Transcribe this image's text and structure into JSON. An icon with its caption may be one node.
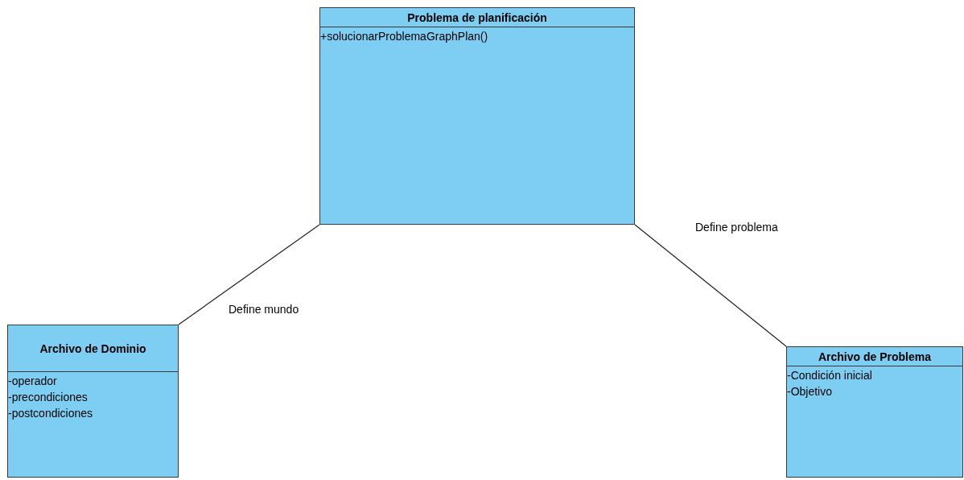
{
  "diagram": {
    "nodes": [
      {
        "text": [
          "Problema de planificación",
          "+solucionarProblemaGraphPlan()"
        ]
      },
      {
        "text": [
          "Archivo de Dominio",
          "-operador",
          "-precondiciones",
          "-postcondiciones"
        ]
      },
      {
        "text": [
          "Archivo de Problema",
          "-Condición inicial",
          "-Objetivo"
        ]
      }
    ],
    "edges": [
      {
        "from": 0,
        "to": 1,
        "arrow": "none",
        "label": "Define mundo"
      },
      {
        "from": 0,
        "to": 2,
        "arrow": "none",
        "label": "Define problema"
      }
    ]
  }
}
